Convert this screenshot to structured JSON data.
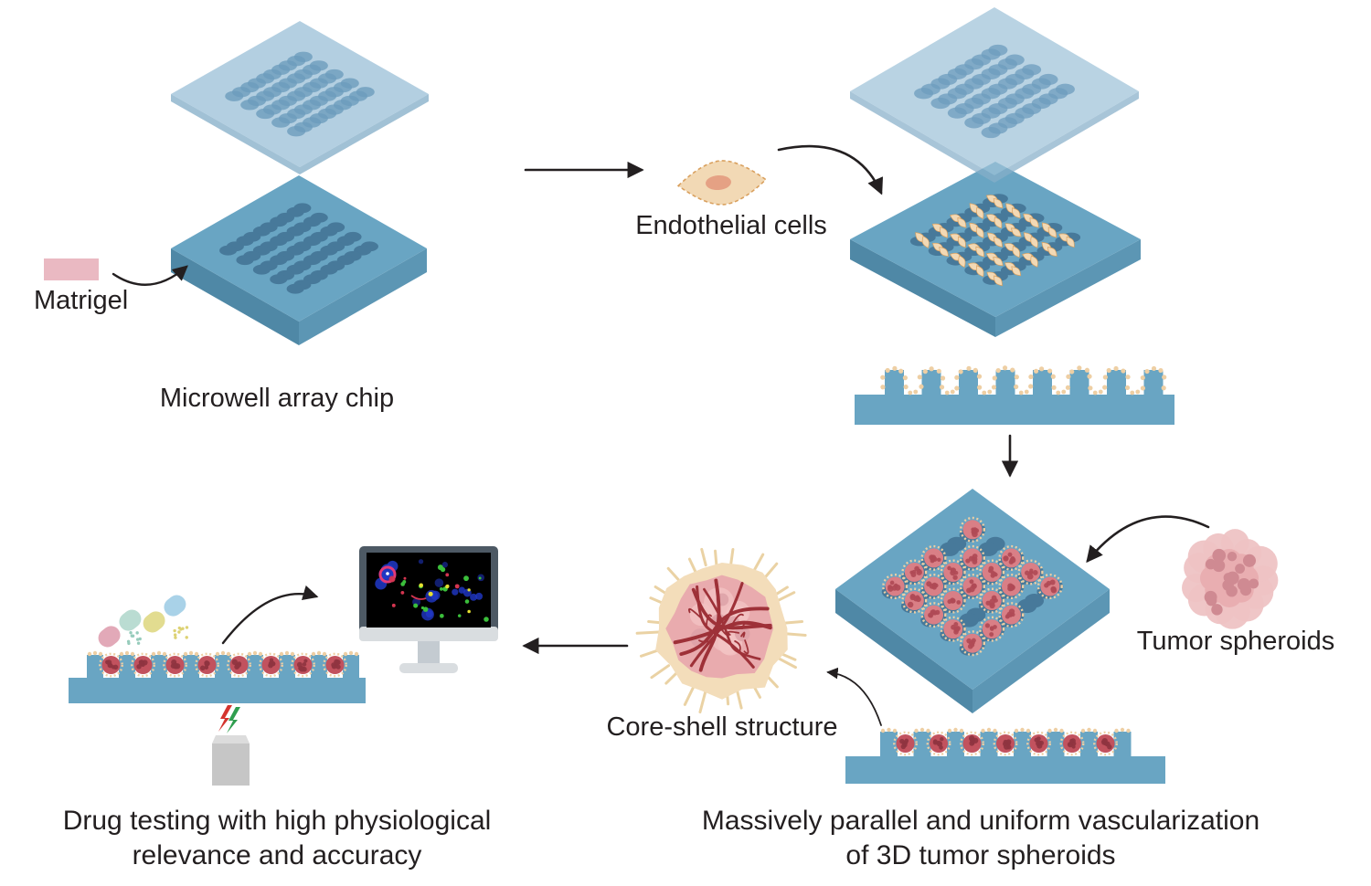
{
  "figure": {
    "type": "scientific-workflow-diagram",
    "background": "#ffffff"
  },
  "labels": {
    "matrigel": "Matrigel",
    "microwell_chip": "Microwell array chip",
    "endothelial_cells": "Endothelial cells",
    "tumor_spheroids": "Tumor spheroids",
    "core_shell": "Core-shell structure",
    "vascularization_line1": "Massively parallel and uniform vascularization",
    "vascularization_line2": "of 3D tumor spheroids",
    "drug_testing_line1": "Drug testing with high physiological",
    "drug_testing_line2": "relevance and accuracy"
  },
  "icons": {
    "endothelial_cell": "spindle-cell-shape",
    "tumor_spheroid": "pink-cell-cluster",
    "core_shell_spheroid": "vascularized-spheroid-with-shell",
    "drug_capsules": "open-capsules-spilling-powder",
    "monitor": "desktop-monitor-fluorescence-image",
    "electrode": "gray-block-with-lightning-bolts"
  },
  "colors": {
    "text": "#231f20",
    "arrow": "#231f20",
    "chip_top": "#69a5c3",
    "chip_side": "#4f88a6",
    "chip_side_light": "#5c96b4",
    "well": "#47799a",
    "lid": "#9ec2d8",
    "lid_side": "#86afc9",
    "lid_bump": "#6d9cbd",
    "matrigel": "#eab9c2",
    "cell_body": "#f2d9b5",
    "cell_outline": "#d9a05e",
    "cell_nucleus": "#e5a184",
    "coating": "#eecfa4",
    "spheroid_light": "#eec3c4",
    "spheroid_mid": "#e9aeb1",
    "spheroid_nucleus": "#cf8a92",
    "spheroid_chip": "#d97f86",
    "spheroid_chip_dark": "#b04a56",
    "spheroid_small": "#c2525e",
    "spheroid_small_dark": "#8f3440",
    "shell": "#f3ddba",
    "shell_spike": "#ead2a4",
    "core_body": "#e9abae",
    "core_patch": "#f2c3c3",
    "core_patch_dark": "#dca0a6",
    "vessel": "#9e3138",
    "monitor_bezel": "#4d5964",
    "monitor_screen": "#000000",
    "monitor_chin": "#d9dde0",
    "monitor_stand": "#c4cbd1",
    "fluor_blue": "#2038c8",
    "fluor_green": "#3bbf3b",
    "fluor_red": "#d43550",
    "fluor_magenta": "#e23a78",
    "fluor_yellow": "#e6e030",
    "pill_pink": "#e2a9b8",
    "pill_teal": "#badcd2",
    "pill_yellow": "#e2dc90",
    "pill_blue": "#a9d2e8",
    "particle_teal": "#97ccbc",
    "particle_yellow": "#ddd274",
    "block_gray": "#c6c6c6",
    "block_gray_light": "#dcdcdc",
    "bolt_red": "#d4342e",
    "bolt_green": "#2f9e4f"
  }
}
